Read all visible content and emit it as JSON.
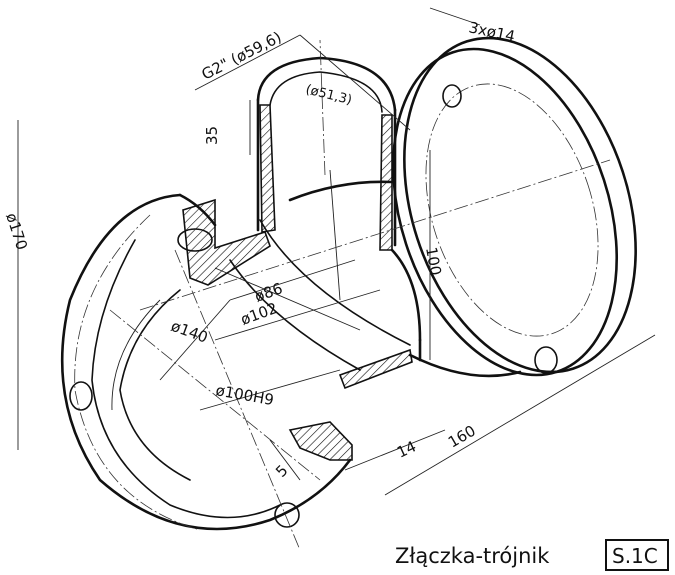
{
  "drawing": {
    "title": "Złączka-trójnik",
    "sheet_code": "S.1C"
  },
  "dimensions": {
    "thread": "G2\" (ø59,6)",
    "bore_small": "(ø51,3)",
    "holes": "3xø14",
    "branch_height": "35",
    "height_100": "100",
    "dia_170": "ø170",
    "dia_86": "ø86",
    "dia_102": "ø102",
    "dia_140": "ø140",
    "dia_100h9": "ø100H9",
    "width_14": "14",
    "length_160": "160",
    "depth_5": "5"
  },
  "colors": {
    "ink": "#111111",
    "paper": "#ffffff"
  }
}
